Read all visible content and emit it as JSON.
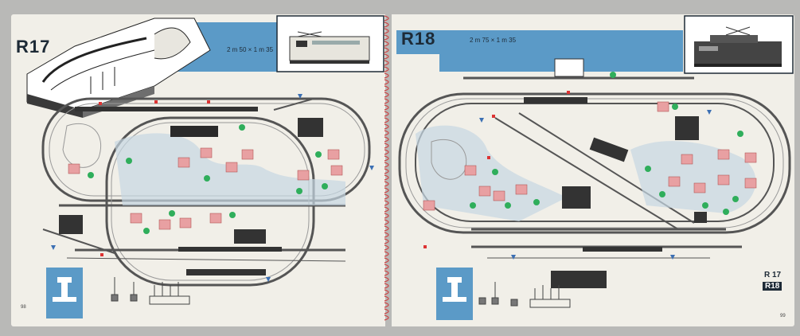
{
  "left_page": {
    "plan_code": "R17",
    "dimensions": "2 m 50 × 1 m 35",
    "page_number": "98"
  },
  "right_page": {
    "plan_code": "R18",
    "dimensions": "2 m 75 × 1 m 35",
    "page_number": "99",
    "index_items": [
      "R 17",
      "R18"
    ]
  },
  "colors": {
    "paper": "#f1efe8",
    "accent_blue": "#5b9ac7",
    "ink": "#1d2a36",
    "house_red": "#e8a0a2",
    "tree_green": "#2fae5b",
    "ground": "#b8cedd"
  }
}
